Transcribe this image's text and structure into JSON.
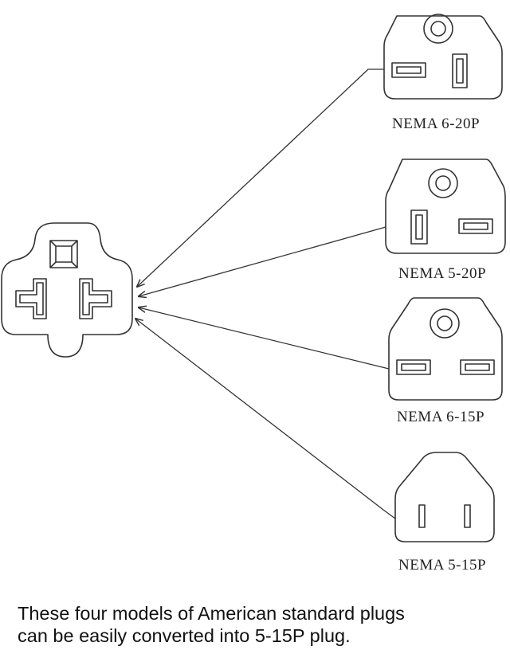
{
  "plugs": [
    {
      "label": "NEMA 6-20P"
    },
    {
      "label": "NEMA 5-20P"
    },
    {
      "label": "NEMA 6-15P"
    },
    {
      "label": "NEMA 5-15P"
    }
  ],
  "caption": {
    "line1": "These four models of American standard plugs",
    "line2": "can be easily converted into 5-15P plug."
  },
  "colors": {
    "stroke": "#333333",
    "background": "#ffffff"
  }
}
